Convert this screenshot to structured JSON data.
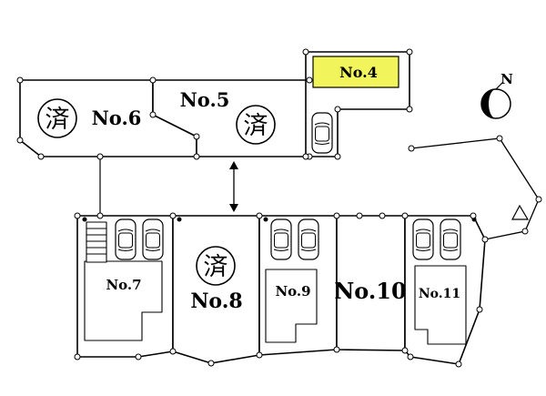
{
  "diagram": {
    "type": "residential-site-plan",
    "compass": {
      "label": "N"
    },
    "colors": {
      "highlight": "#f2f45c",
      "line": "#000000",
      "background": "#ffffff"
    },
    "stamp": "済",
    "lots": {
      "no4": {
        "label": "No.4",
        "highlighted": true
      },
      "no5": {
        "label": "No.5",
        "stamped": true
      },
      "no6": {
        "label": "No.6",
        "stamped": true
      },
      "no7": {
        "label": "No.7"
      },
      "no8": {
        "label": "No.8",
        "stamped": true
      },
      "no9": {
        "label": "No.9"
      },
      "no10": {
        "label": "No.10"
      },
      "no11": {
        "label": "No.11"
      }
    }
  }
}
